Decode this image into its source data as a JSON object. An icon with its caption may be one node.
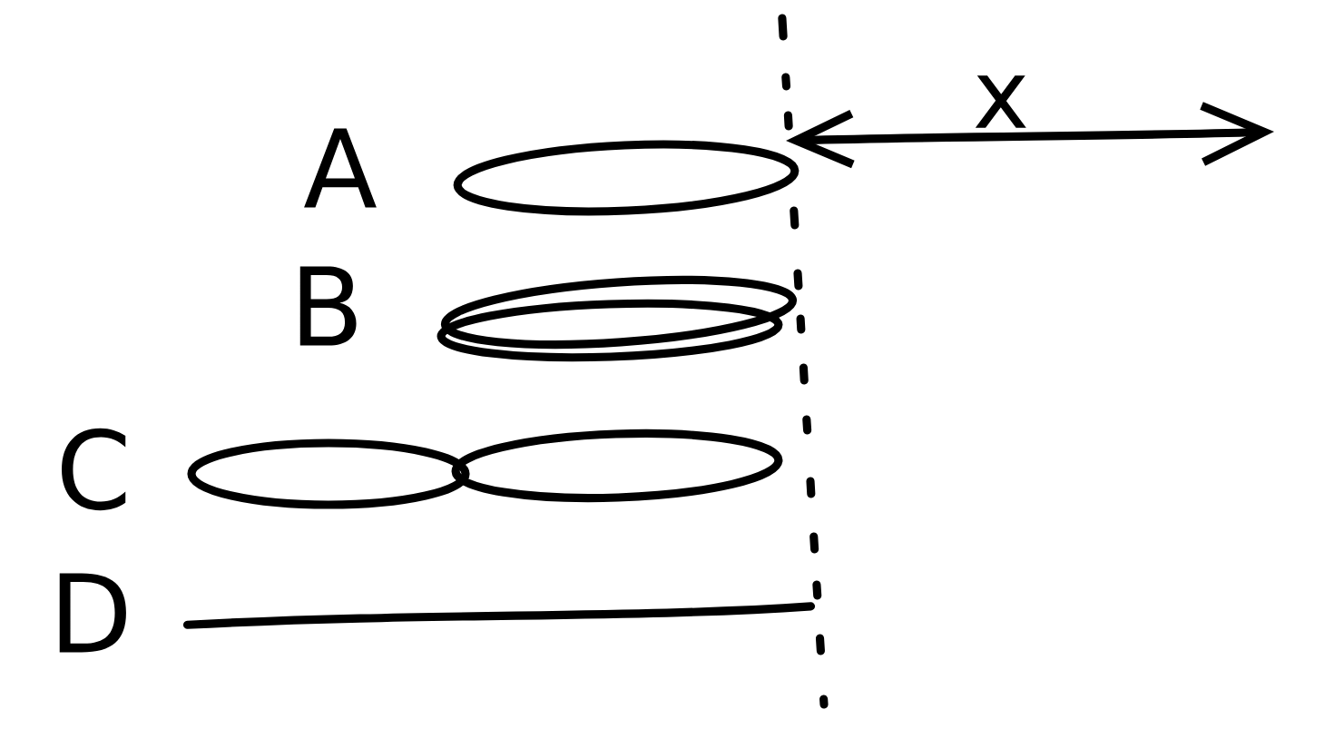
{
  "diagram": {
    "nodes": [
      {
        "text": [],
        "shape": "ellipse",
        "beside": [
          "A"
        ]
      },
      {
        "text": [],
        "shape": "ellipse",
        "beside": [
          "B"
        ]
      },
      {
        "text": [],
        "shape": "ellipse"
      },
      {
        "text": [],
        "shape": "ellipse",
        "beside": [
          "C"
        ]
      },
      {
        "text": [],
        "shape": "ellipse"
      },
      {
        "text": [],
        "shape": "line",
        "beside": [
          "D"
        ]
      }
    ],
    "labels": [
      "x"
    ]
  }
}
